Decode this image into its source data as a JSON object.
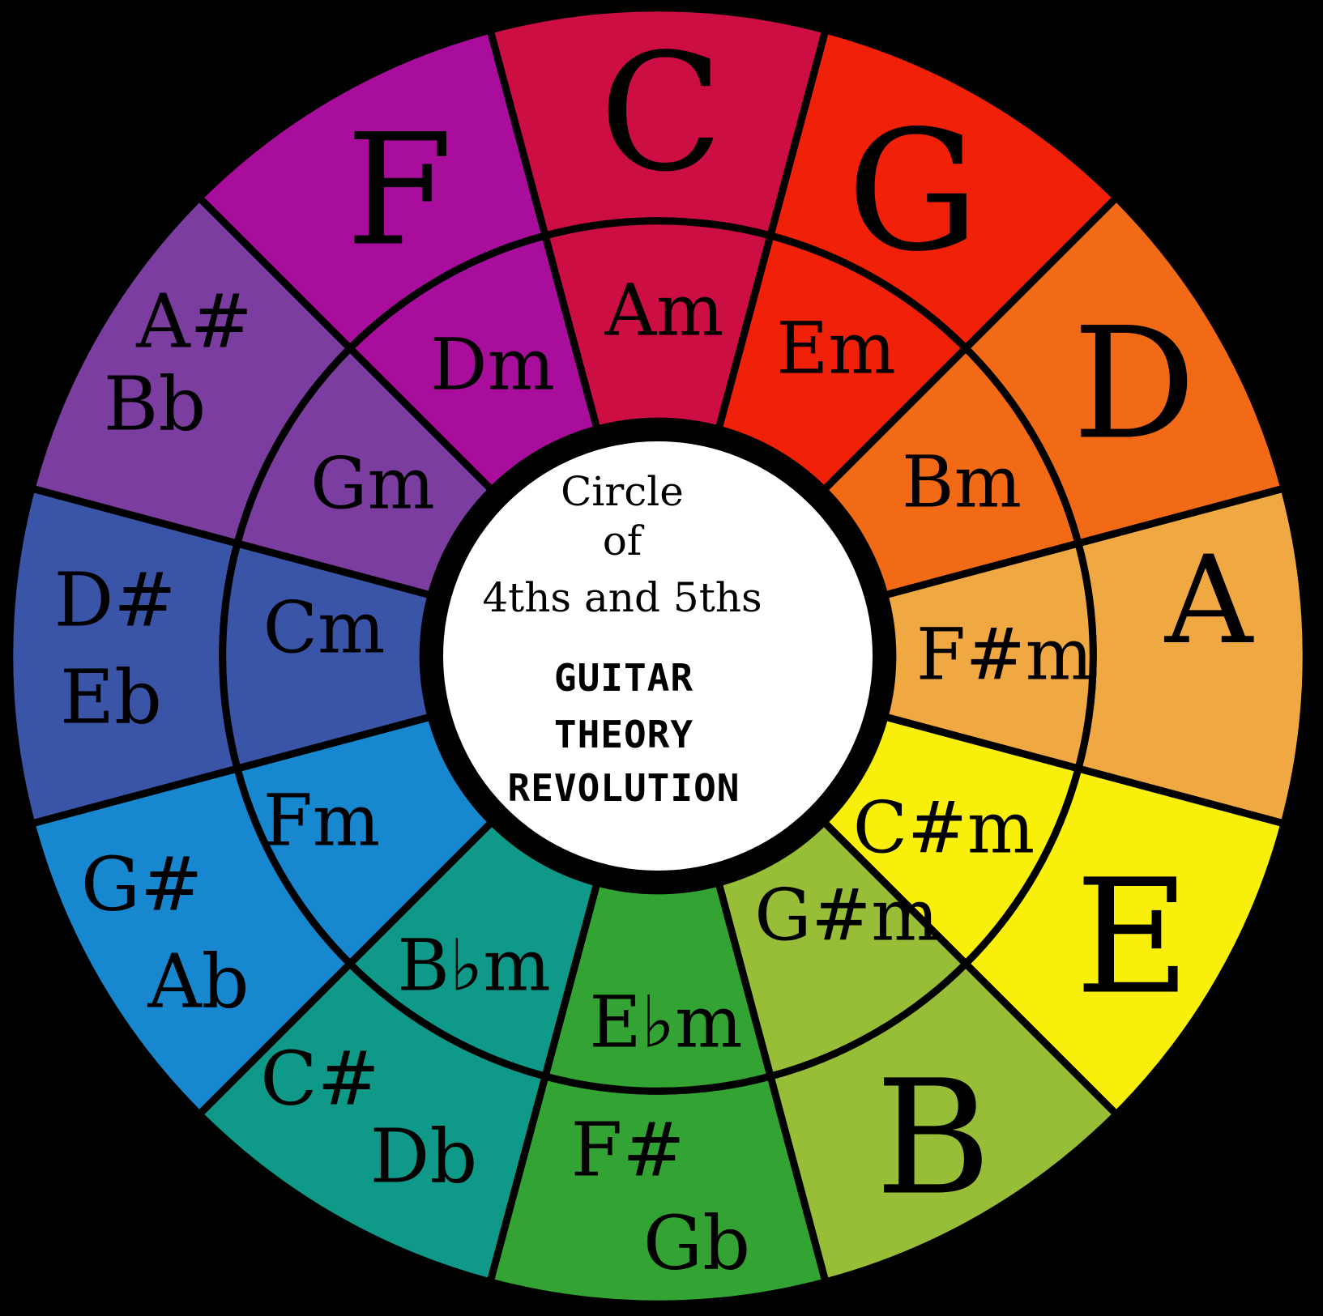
{
  "page": {
    "background": "#000000"
  },
  "center": {
    "bg": "#FFFFFF",
    "border": "#000000",
    "title_line1": "Circle",
    "title_line2": "of",
    "title_line3": "4ths and 5ths",
    "brand_line1": "GUITAR",
    "brand_line2": "THEORY",
    "brand_line3": "REVOLUTION"
  },
  "wheel": {
    "sectors": [
      {
        "major": "C",
        "minor": "Am",
        "color": "#CC0E43"
      },
      {
        "major": "G",
        "minor": "Em",
        "color": "#F12008"
      },
      {
        "major": "D",
        "minor": "Bm",
        "color": "#F26A15"
      },
      {
        "major": "A",
        "minor": "F#m",
        "color": "#F0A843"
      },
      {
        "major": "E",
        "minor": "C#m",
        "color": "#F8F00A"
      },
      {
        "major": "B",
        "minor": "G#m",
        "color": "#98BD37"
      },
      {
        "major": "F#",
        "major_alt": "Gb",
        "minor": "E♭m",
        "color": "#33A433"
      },
      {
        "major": "C#",
        "major_alt": "Db",
        "minor": "B♭m",
        "color": "#0E9989"
      },
      {
        "major": "G#",
        "major_alt": "Ab",
        "minor": "Fm",
        "color": "#1787D0"
      },
      {
        "major": "D#",
        "major_alt": "Eb",
        "minor": "Cm",
        "color": "#3A55A8"
      },
      {
        "major": "A#",
        "major_alt": "Bb",
        "minor": "Gm",
        "color": "#7B3EA0"
      },
      {
        "major": "F",
        "minor": "Dm",
        "color": "#A80D9B"
      }
    ]
  }
}
